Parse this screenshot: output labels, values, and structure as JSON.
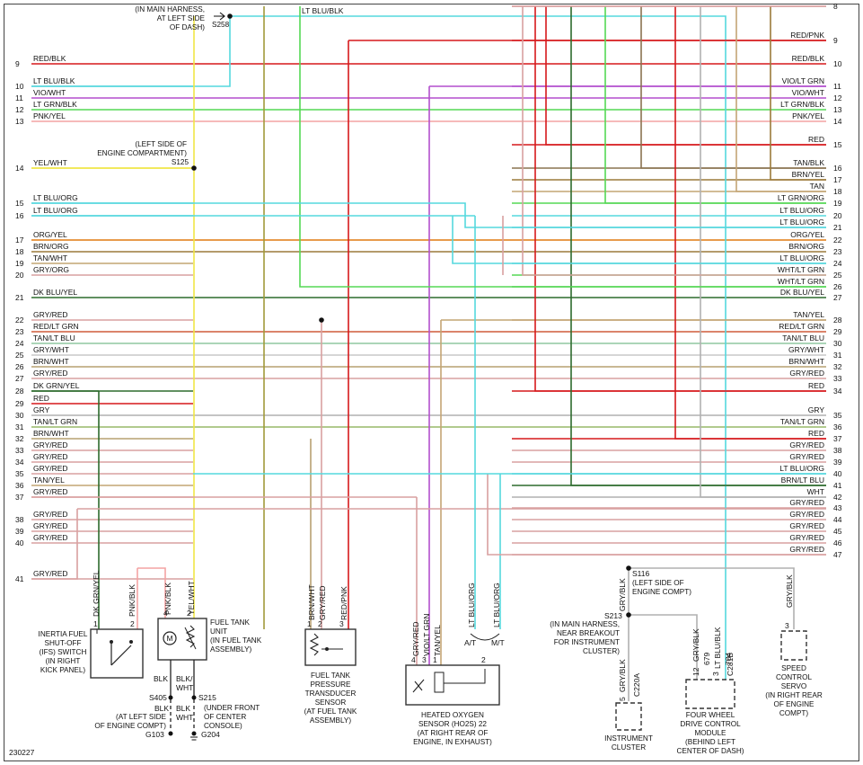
{
  "figure_id": "230227",
  "wire_colors": {
    "RED": "#d6191c",
    "PNK": "#f4a3a3",
    "GRY": "#b0b0b0",
    "GRYRED": "#d9a0a0",
    "LTBLU": "#55d8de",
    "LTGRN": "#55d855",
    "YEL": "#f0e646",
    "VIO": "#b34fcd",
    "ORG": "#e07a10",
    "BRN": "#9b7a3a",
    "TAN": "#c4a574",
    "DKBLU": "#243a8a",
    "DKGRN": "#2d6b2d",
    "BLK": "#222222",
    "WHT": "#dddddd",
    "REDGRN": "#cf5b3a",
    "TANLTBLU": "#8fc7a0",
    "BRNWHT": "#b7a071",
    "TANGRN": "#97b868",
    "GRYWHT": "#c9c9c9",
    "TANBLK": "#8a7350",
    "OLIVE": "#a19a3a"
  },
  "left_wires": [
    {
      "num": "9",
      "label": "RED/BLK",
      "color": "RED"
    },
    {
      "num": "10",
      "label": "LT BLU/BLK",
      "color": "LTBLU"
    },
    {
      "num": "11",
      "label": "VIO/WHT",
      "color": "VIO"
    },
    {
      "num": "12",
      "label": "LT GRN/BLK",
      "color": "LTGRN"
    },
    {
      "num": "13",
      "label": "PNK/YEL",
      "color": "PNK"
    },
    {
      "num": "14",
      "label": "YEL/WHT",
      "color": "YEL"
    },
    {
      "num": "15",
      "label": "LT BLU/ORG",
      "color": "LTBLU"
    },
    {
      "num": "16",
      "label": "LT BLU/ORG",
      "color": "LTBLU"
    },
    {
      "num": "17",
      "label": "ORG/YEL",
      "color": "ORG"
    },
    {
      "num": "18",
      "label": "BRN/ORG",
      "color": "BRN"
    },
    {
      "num": "19",
      "label": "TAN/WHT",
      "color": "TAN"
    },
    {
      "num": "20",
      "label": "GRY/ORG",
      "color": "GRYRED"
    },
    {
      "num": "21",
      "label": "DK BLU/YEL",
      "color": "DKGRN"
    },
    {
      "num": "22",
      "label": "GRY/RED",
      "color": "GRYRED"
    },
    {
      "num": "23",
      "label": "RED/LT GRN",
      "color": "REDGRN"
    },
    {
      "num": "24",
      "label": "TAN/LT BLU",
      "color": "TANLTBLU"
    },
    {
      "num": "25",
      "label": "GRY/WHT",
      "color": "GRYWHT"
    },
    {
      "num": "26",
      "label": "BRN/WHT",
      "color": "BRNWHT"
    },
    {
      "num": "27",
      "label": "GRY/RED",
      "color": "GRYRED"
    },
    {
      "num": "28",
      "label": "DK GRN/YEL",
      "color": "DKGRN"
    },
    {
      "num": "29",
      "label": "RED",
      "color": "RED"
    },
    {
      "num": "30",
      "label": "GRY",
      "color": "GRY"
    },
    {
      "num": "31",
      "label": "TAN/LT GRN",
      "color": "TANGRN"
    },
    {
      "num": "32",
      "label": "BRN/WHT",
      "color": "BRNWHT"
    },
    {
      "num": "33",
      "label": "GRY/RED",
      "color": "GRYRED"
    },
    {
      "num": "34",
      "label": "GRY/RED",
      "color": "GRYRED"
    },
    {
      "num": "35",
      "label": "GRY/RED",
      "color": "GRYRED"
    },
    {
      "num": "36",
      "label": "TAN/YEL",
      "color": "TAN"
    },
    {
      "num": "37",
      "label": "GRY/RED",
      "color": "GRYRED"
    },
    {
      "num": "38",
      "label": "GRY/RED",
      "color": "GRYRED"
    },
    {
      "num": "39",
      "label": "GRY/RED",
      "color": "GRYRED"
    },
    {
      "num": "40",
      "label": "GRY/RED",
      "color": "GRYRED"
    },
    {
      "num": "41",
      "label": "GRY/RED",
      "color": "GRYRED"
    }
  ],
  "right_wires": [
    {
      "num": "8",
      "label": "",
      "color": "GRYRED"
    },
    {
      "num": "9",
      "label": "RED/PNK",
      "color": "RED"
    },
    {
      "num": "10",
      "label": "RED/BLK",
      "color": "RED"
    },
    {
      "num": "11",
      "label": "VIO/LT GRN",
      "color": "VIO"
    },
    {
      "num": "12",
      "label": "VIO/WHT",
      "color": "VIO"
    },
    {
      "num": "13",
      "label": "LT GRN/BLK",
      "color": "LTGRN"
    },
    {
      "num": "14",
      "label": "PNK/YEL",
      "color": "PNK"
    },
    {
      "num": "15",
      "label": "RED",
      "color": "RED"
    },
    {
      "num": "16",
      "label": "TAN/BLK",
      "color": "TANBLK"
    },
    {
      "num": "17",
      "label": "BRN/YEL",
      "color": "BRN"
    },
    {
      "num": "18",
      "label": "TAN",
      "color": "TAN"
    },
    {
      "num": "19",
      "label": "LT GRN/ORG",
      "color": "LTGRN"
    },
    {
      "num": "20",
      "label": "LT BLU/ORG",
      "color": "LTBLU"
    },
    {
      "num": "21",
      "label": "LT BLU/ORG",
      "color": "LTBLU"
    },
    {
      "num": "22",
      "label": "ORG/YEL",
      "color": "ORG"
    },
    {
      "num": "23",
      "label": "BRN/ORG",
      "color": "BRN"
    },
    {
      "num": "24",
      "label": "LT BLU/ORG",
      "color": "LTBLU"
    },
    {
      "num": "25",
      "label": "WHT/LT GRN",
      "color": "LTGRN"
    },
    {
      "num": "26",
      "label": "WHT/LT GRN",
      "color": "LTGRN"
    },
    {
      "num": "27",
      "label": "DK BLU/YEL",
      "color": "DKGRN"
    },
    {
      "num": "28",
      "label": "TAN/YEL",
      "color": "TAN"
    },
    {
      "num": "29",
      "label": "RED/LT GRN",
      "color": "REDGRN"
    },
    {
      "num": "30",
      "label": "TAN/LT BLU",
      "color": "TANLTBLU"
    },
    {
      "num": "31",
      "label": "GRY/WHT",
      "color": "GRYWHT"
    },
    {
      "num": "32",
      "label": "BRN/WHT",
      "color": "BRNWHT"
    },
    {
      "num": "33",
      "label": "GRY/RED",
      "color": "GRYRED"
    },
    {
      "num": "34",
      "label": "RED",
      "color": "RED"
    },
    {
      "num": "35",
      "label": "GRY",
      "color": "GRY"
    },
    {
      "num": "36",
      "label": "TAN/LT GRN",
      "color": "TANGRN"
    },
    {
      "num": "37",
      "label": "RED",
      "color": "RED"
    },
    {
      "num": "38",
      "label": "GRY/RED",
      "color": "GRYRED"
    },
    {
      "num": "39",
      "label": "GRY/RED",
      "color": "GRYRED"
    },
    {
      "num": "40",
      "label": "LT BLU/ORG",
      "color": "LTBLU"
    },
    {
      "num": "41",
      "label": "BRN/LT BLU",
      "color": "DKGRN"
    },
    {
      "num": "42",
      "label": "WHT",
      "color": "GRY"
    },
    {
      "num": "43",
      "label": "GRY/RED",
      "color": "GRYRED"
    },
    {
      "num": "44",
      "label": "GRY/RED",
      "color": "GRYRED"
    },
    {
      "num": "45",
      "label": "GRY/RED",
      "color": "GRYRED"
    },
    {
      "num": "46",
      "label": "GRY/RED",
      "color": "GRYRED"
    },
    {
      "num": "47",
      "label": "GRY/RED",
      "color": "GRYRED"
    }
  ],
  "top": {
    "s258_note": [
      "(IN MAIN HARNESS,",
      "AT LEFT SIDE",
      "OF DASH)"
    ],
    "s258": "S258",
    "top_wire_label": "LT BLU/BLK",
    "s125_note": [
      "(LEFT SIDE OF",
      "ENGINE COMPARTMENT)"
    ],
    "s125": "S125"
  },
  "ifs": {
    "title": [
      "INERTIA FUEL",
      "SHUT-OFF",
      "(IFS) SWITCH",
      "(IN RIGHT",
      "KICK PANEL)"
    ],
    "pins": [
      "1",
      "2"
    ],
    "wires": [
      "DK GRN/YEL",
      "PNK/BLK"
    ]
  },
  "fuel_tank_unit": {
    "title": [
      "FUEL TANK",
      "UNIT",
      "(IN FUEL TANK",
      "ASSEMBLY)"
    ],
    "pins": [
      "4",
      "2"
    ],
    "wires": [
      "PNK/BLK",
      "YEL/WHT"
    ],
    "motor": "M",
    "ground_wires": [
      "BLK",
      "BLK/",
      "WHT"
    ]
  },
  "grounds": {
    "s405": "S405",
    "s215": "S215",
    "s215_note": [
      "(UNDER FRONT",
      "OF CENTER",
      "CONSOLE)"
    ],
    "blk_note": [
      "BLK",
      "(AT LEFT SIDE",
      "OF ENGINE COMPT)"
    ],
    "blk_wht": [
      "BLK",
      "WHT"
    ],
    "g103": "G103",
    "g204": "G204"
  },
  "ftp_sensor": {
    "title": [
      "FUEL TANK",
      "PRESSURE",
      "TRANSDUCER",
      "SENSOR",
      "(AT FUEL TANK",
      "ASSEMBLY)"
    ],
    "pins": [
      "1",
      "2",
      "3"
    ],
    "wires": [
      "BRN/WHT",
      "GRY/RED",
      "RED/PNK"
    ]
  },
  "ho2s": {
    "title": [
      "HEATED OXYGEN",
      "SENSOR (HO2S) 22",
      "(AT RIGHT REAR OF",
      "ENGINE, IN EXHAUST)"
    ],
    "pins": [
      "4",
      "3",
      "1",
      "2"
    ],
    "wires": [
      "GRY/RED",
      "VIO/LT GRN",
      "TAN/YEL"
    ],
    "at": "A/T",
    "mt": "M/T",
    "trans_wires": [
      "LT BLU/ORG",
      "LT BLU/ORG"
    ]
  },
  "right_section": {
    "s116": "S116",
    "s116_note": [
      "(LEFT SIDE OF",
      "ENGINE COMPT)"
    ],
    "s213": "S213",
    "s213_note": [
      "(IN MAIN HARNESS,",
      "NEAR BREAKOUT",
      "FOR INSTRUMENT",
      "CLUSTER)"
    ],
    "gryblk": "GRY/BLK",
    "ic_pin": "5",
    "ic_conn": "C220A",
    "ic_title": [
      "INSTRUMENT",
      "CLUSTER"
    ],
    "fwd_pins": [
      "12",
      "3"
    ],
    "fwd_wires": [
      "GRY/BLK",
      "LT BLU/BLK"
    ],
    "fwd_circuits": [
      "679",
      "784"
    ],
    "fwd_conn": "C281B",
    "fwd_title": [
      "FOUR WHEEL",
      "DRIVE CONTROL",
      "MODULE",
      "(BEHIND LEFT",
      "CENTER OF DASH)"
    ],
    "scs_pin": "3",
    "scs_wire": "GRY/BLK",
    "scs_title": [
      "SPEED",
      "CONTROL",
      "SERVO",
      "(IN RIGHT REAR",
      "OF ENGINE",
      "COMPT)"
    ]
  }
}
